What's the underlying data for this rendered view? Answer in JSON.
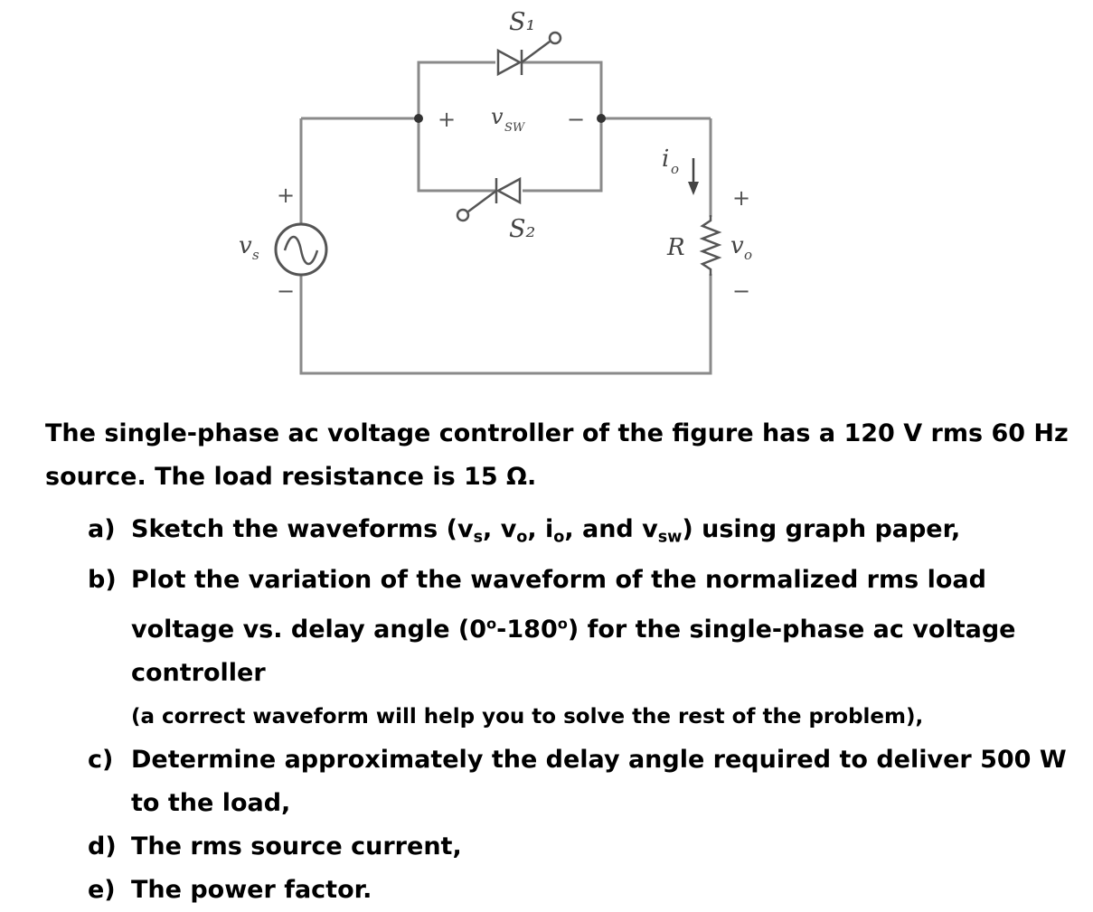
{
  "circuit": {
    "labels": {
      "s1": "S₁",
      "s2": "S₂",
      "v_sw": "v",
      "v_sw_sub": "SW",
      "v_s": "v",
      "v_s_sub": "s",
      "i_o": "i",
      "i_o_sub": "o",
      "r": "R",
      "v_o": "v",
      "v_o_sub": "o",
      "plus": "+",
      "minus": "−"
    }
  },
  "problem": {
    "intro": "The single-phase ac voltage controller of the figure has a 120 V rms 60 Hz source. The load resistance is 15 Ω.",
    "parts": [
      {
        "marker": "a)",
        "t1": "Sketch the waveforms (v",
        "s1": "s",
        "t2": ", v",
        "s2": "o",
        "t3": ", i",
        "s3": "o",
        "t4": ", and v",
        "s4": "sw",
        "t5": ") using graph paper,"
      },
      {
        "marker": "b)",
        "t1": "Plot the variation of the waveform of the normalized rms load voltage vs. delay angle (0",
        "deg1": "o",
        "t2": "-180",
        "deg2": "o",
        "t3": ") for the single-phase ac voltage controller",
        "note": "(a correct waveform will help you to solve the rest of the problem),"
      },
      {
        "marker": "c)",
        "text": "Determine approximately the delay angle required to deliver 500 W to the load,"
      },
      {
        "marker": "d)",
        "text": "The rms source current,"
      },
      {
        "marker": "e)",
        "text": "The power factor."
      }
    ]
  }
}
